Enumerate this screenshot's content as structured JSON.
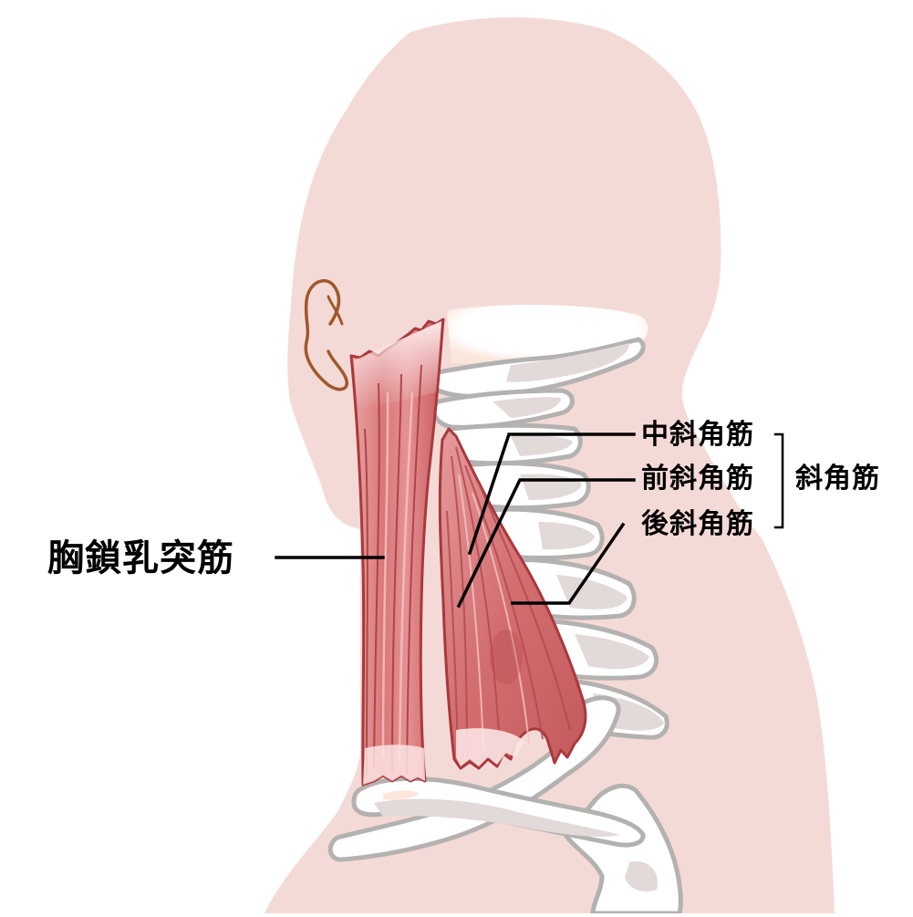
{
  "diagram": {
    "subject": "Neck muscles, lateral view",
    "colors": {
      "skin": "#f4dad6",
      "muscle": "#d9787a",
      "muscle_dark": "#b24a4e",
      "muscle_outline": "#a8393d",
      "tendon": "#fbe3e3",
      "bone_fill": "#ffffff",
      "bone_shade": "#e2d9d9",
      "bone_outline": "#b4b1b1",
      "ear_outline": "#a0582c",
      "leader_line": "#000000"
    }
  },
  "labels": {
    "sternocleidomastoid": "胸鎖乳突筋",
    "scalenus_medius": "中斜角筋",
    "scalenus_anterior": "前斜角筋",
    "scalenus_posterior": "後斜角筋",
    "scalenes_group": "斜角筋"
  }
}
